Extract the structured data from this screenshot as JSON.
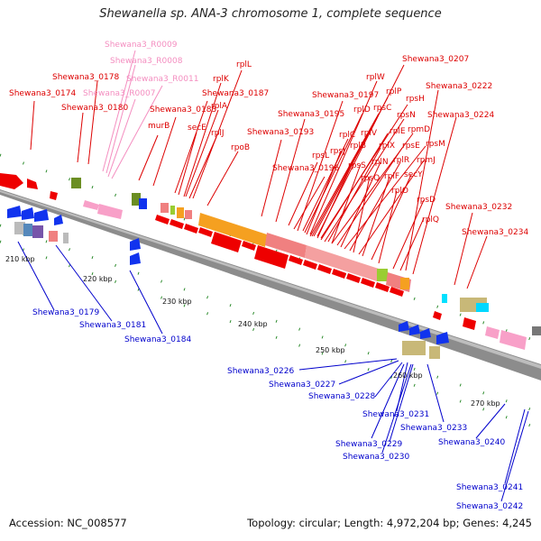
{
  "title": "Shewanella sp. ANA-3 chromosome 1, complete sequence",
  "footer": {
    "accession": "Accession: NC_008577",
    "topology": "Topology: circular; Length: 4,972,204 bp; Genes: 4,245"
  },
  "colors": {
    "forward_label": "#dd0000",
    "reverse_label": "#0000cc",
    "rna_label": "#f48ec0",
    "backbone": "#888888",
    "arrow_red": "#ee0000",
    "arrow_blue": "#1133ee",
    "ribosomal": "#f08080",
    "orange": "#f5a020"
  },
  "ticks": [
    "210 kbp",
    "220 kbp",
    "230 kbp",
    "240 kbp",
    "250 kbp",
    "260 kbp",
    "270 kbp"
  ],
  "top_labels": [
    "Shewana3_R0009",
    "Shewana3_R0008",
    "Shewana3_R0011",
    "Shewana3_R0007",
    "Shewana3_0178",
    "Shewana3_0174",
    "Shewana3_0180",
    "Shewana3_0183",
    "Shewana3_0187",
    "rplL",
    "rplK",
    "rplA",
    "murB",
    "secE",
    "rplJ",
    "rpoB",
    "Shewana3_0207",
    "Shewana3_0197",
    "Shewana3_0195",
    "Shewana3_0193",
    "Shewana3_0196",
    "Shewana3_0222",
    "Shewana3_0224",
    "Shewana3_0232",
    "Shewana3_0234",
    "rplW",
    "rplP",
    "rpsH",
    "rplD",
    "rpsC",
    "rpsN",
    "rplC",
    "rplV",
    "rplE",
    "rpmD",
    "rpsL",
    "rplB",
    "rplX",
    "rpsE",
    "rpsM",
    "rpsJ",
    "rplN",
    "rplR",
    "rpmJ",
    "rpsS",
    "rpsQ",
    "rplF",
    "secY",
    "rplO",
    "rpsD",
    "rplQ"
  ],
  "bottom_labels": [
    "Shewana3_0179",
    "Shewana3_0181",
    "Shewana3_0184",
    "Shewana3_0226",
    "Shewana3_0227",
    "Shewana3_0228",
    "Shewana3_0231",
    "Shewana3_0233",
    "Shewana3_0229",
    "Shewana3_0230",
    "Shewana3_0240",
    "Shewana3_0241",
    "Shewana3_0242"
  ]
}
